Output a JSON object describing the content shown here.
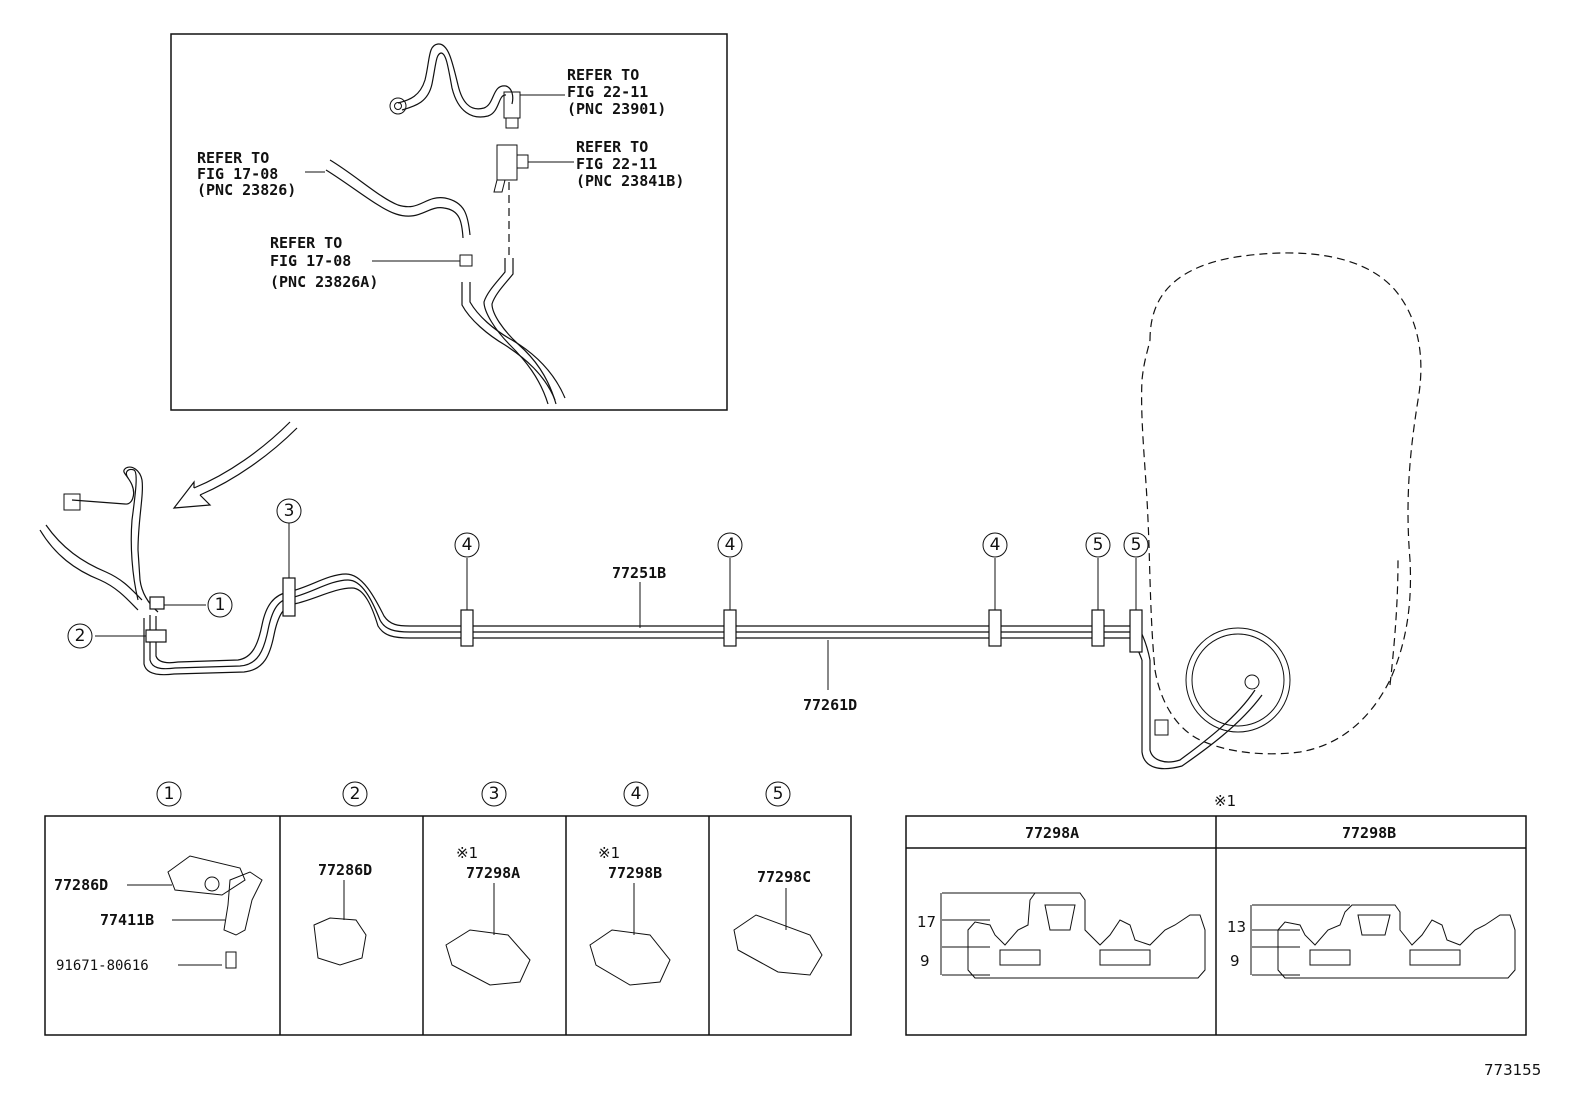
{
  "inset": {
    "callouts": [
      {
        "line1": "REFER TO",
        "line2": "FIG 22-11",
        "line3": "(PNC 23901)"
      },
      {
        "line1": "REFER TO",
        "line2": "FIG 22-11",
        "line3": "(PNC 23841B)"
      },
      {
        "line1": "REFER TO",
        "line2": "FIG 17-08",
        "line3": "(PNC 23826)"
      },
      {
        "line1": "REFER TO",
        "line2": "FIG 17-08",
        "line3": "(PNC 23826A)"
      }
    ]
  },
  "main": {
    "pipe_upper": "77251B",
    "pipe_lower": "77261D",
    "markers": [
      "①",
      "②",
      "③",
      "④",
      "④",
      "④",
      "⑤",
      "⑤"
    ]
  },
  "parts_table": {
    "headers": [
      "①",
      "②",
      "③",
      "④",
      "⑤"
    ],
    "note_mark": "※1",
    "cells": {
      "c1": [
        "77286D",
        "77411B",
        "91671-80616"
      ],
      "c2": [
        "77286D"
      ],
      "c3": [
        "77298A"
      ],
      "c4": [
        "77298B"
      ],
      "c5": [
        "77298C"
      ]
    }
  },
  "note_table": {
    "title": "※1",
    "columns": [
      "77298A",
      "77298B"
    ],
    "dims_a": [
      "17",
      "9"
    ],
    "dims_b": [
      "13",
      "9"
    ]
  },
  "figure_id": "773155"
}
